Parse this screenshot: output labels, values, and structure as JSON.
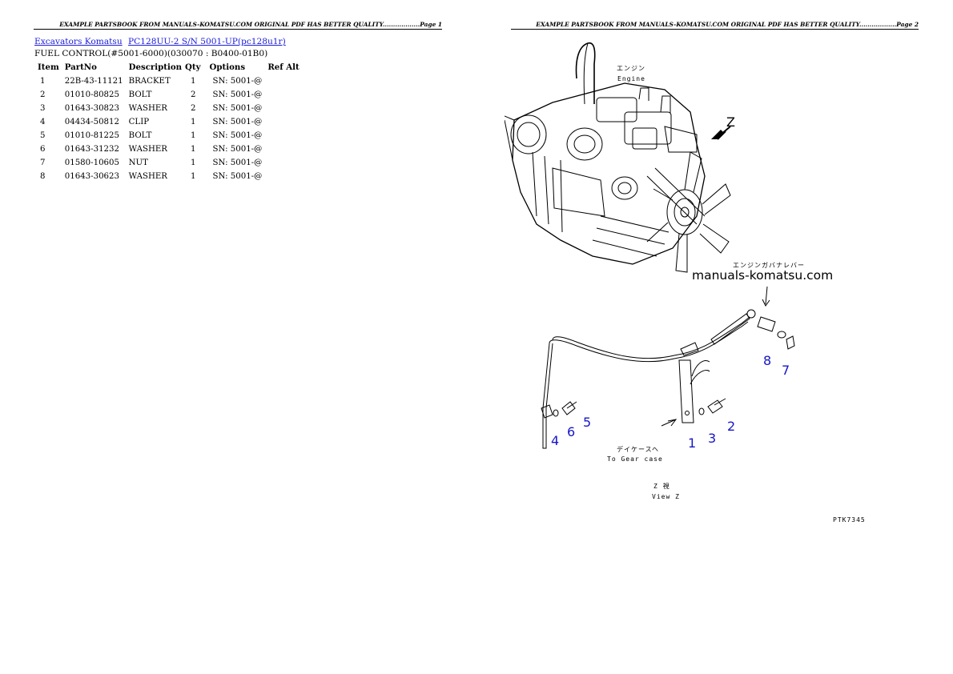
{
  "headers": {
    "page1": "EXAMPLE PARTSBOOK FROM MANUALS-KOMATSU.COM ORIGINAL PDF HAS BETTER QUALITY..................Page 1",
    "page2": "EXAMPLE PARTSBOOK FROM MANUALS-KOMATSU.COM ORIGINAL PDF HAS BETTER QUALITY..................Page 2"
  },
  "breadcrumb": {
    "link1": "Excavators Komatsu",
    "link2": "PC128UU-2 S/N 5001-UP(pc128u1r)"
  },
  "section_title": "FUEL CONTROL(#5001-6000)(030070 : B0400-01B0)",
  "table": {
    "columns": [
      "Item",
      "PartNo",
      "Description",
      "Qty",
      "Options",
      "Ref Alt"
    ],
    "rows": [
      {
        "item": "1",
        "partno": "22B-43-11121",
        "desc": "BRACKET",
        "qty": "1",
        "options": "SN: 5001-@",
        "ref": ""
      },
      {
        "item": "2",
        "partno": "01010-80825",
        "desc": "BOLT",
        "qty": "2",
        "options": "SN: 5001-@",
        "ref": ""
      },
      {
        "item": "3",
        "partno": "01643-30823",
        "desc": "WASHER",
        "qty": "2",
        "options": "SN: 5001-@",
        "ref": ""
      },
      {
        "item": "4",
        "partno": "04434-50812",
        "desc": "CLIP",
        "qty": "1",
        "options": "SN: 5001-@",
        "ref": ""
      },
      {
        "item": "5",
        "partno": "01010-81225",
        "desc": "BOLT",
        "qty": "1",
        "options": "SN: 5001-@",
        "ref": ""
      },
      {
        "item": "6",
        "partno": "01643-31232",
        "desc": "WASHER",
        "qty": "1",
        "options": "SN: 5001-@",
        "ref": ""
      },
      {
        "item": "7",
        "partno": "01580-10605",
        "desc": "NUT",
        "qty": "1",
        "options": "SN: 5001-@",
        "ref": ""
      },
      {
        "item": "8",
        "partno": "01643-30623",
        "desc": "WASHER",
        "qty": "1",
        "options": "SN: 5001-@",
        "ref": ""
      }
    ]
  },
  "diagram": {
    "engine_label_jp": "エンジン",
    "engine_label_en": "Engine",
    "view_marker": "Z",
    "lever_label_jp": "エンジンガバナレバー",
    "watermark": "manuals-komatsu.com",
    "gear_case_jp": "デイケースヘ",
    "gear_case_en": "To Gear case",
    "view_label_jp": "Z 視",
    "view_label_en": "View Z",
    "figure_code": "PTK7345",
    "callouts": [
      "1",
      "2",
      "3",
      "4",
      "5",
      "6",
      "7",
      "8"
    ],
    "callout_color": "#1515c8",
    "link_color": "#1a1adc"
  }
}
